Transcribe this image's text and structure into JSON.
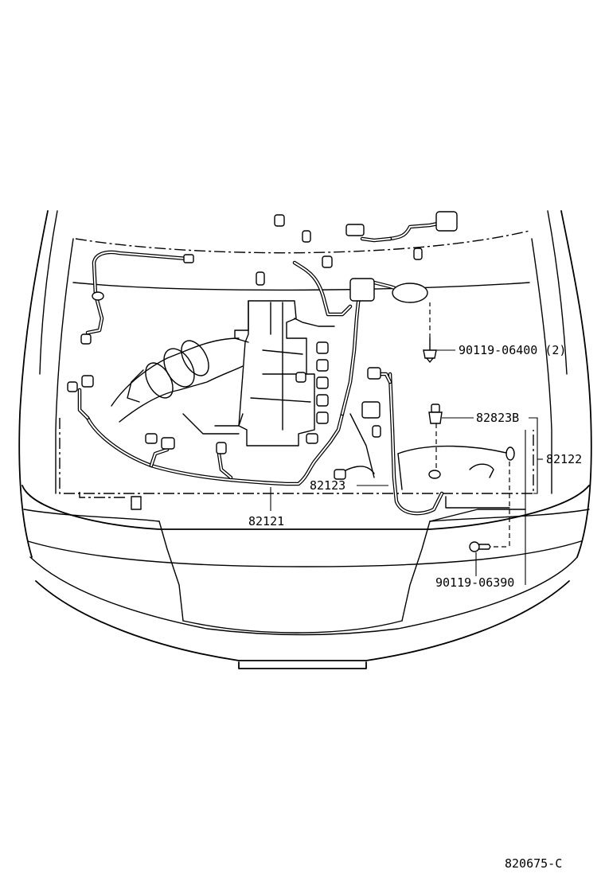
{
  "parts": {
    "bolt_upper": "90119-06400 (2)",
    "clamp": "82823B",
    "harness_right": "82122",
    "harness_center": "82123",
    "harness_main": "82121",
    "bolt_lower": "90119-06390"
  },
  "figure_code": "820675-C"
}
